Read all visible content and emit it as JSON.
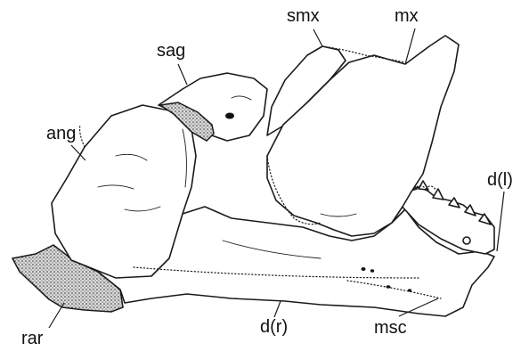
{
  "labels": {
    "smx": "smx",
    "mx": "mx",
    "sag": "sag",
    "ang": "ang",
    "dl": "d(l)",
    "rar": "rar",
    "dr": "d(r)",
    "msc": "msc"
  },
  "colors": {
    "ink": "#1a1a1a",
    "background": "#ffffff",
    "stipple_fill": "#bfbfbf"
  }
}
